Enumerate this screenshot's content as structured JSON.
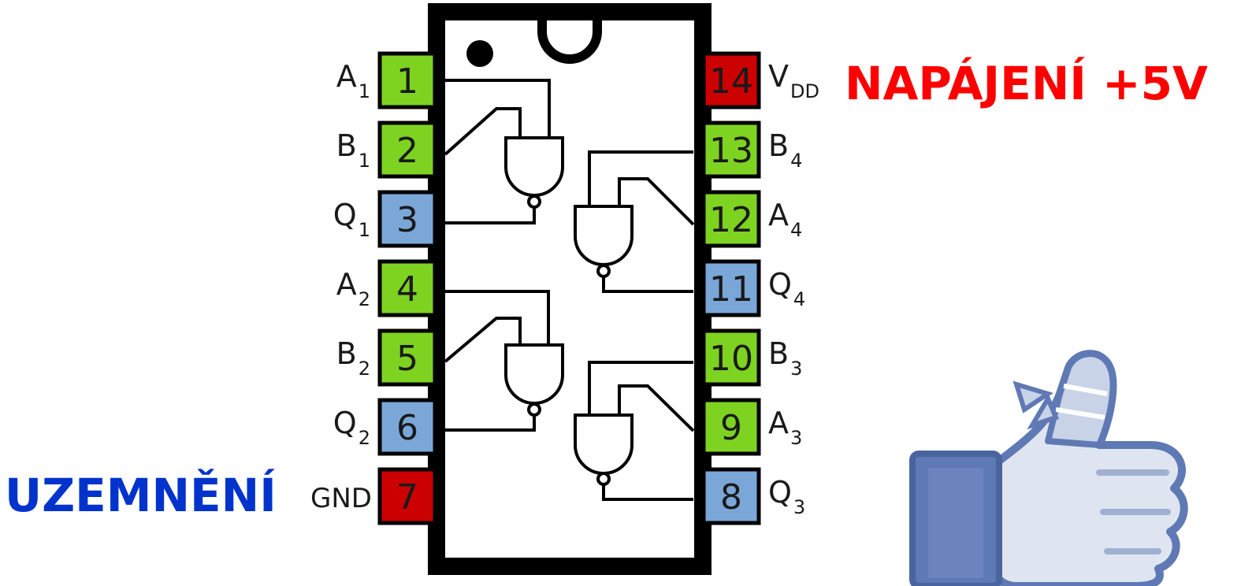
{
  "colors": {
    "input": "#7ed321",
    "output": "#7ba7d8",
    "power": "#cc0000",
    "body": "#000000",
    "power_callout": "#ff0000",
    "ground_callout": "#0033cc",
    "thumb_sleeve": "#5f79b4",
    "thumb_hand": "#dfe5f0",
    "bandage": "#c9d3e8"
  },
  "pins_left": [
    {
      "num": "1",
      "lbl": "A",
      "sub": "1",
      "kind": "input"
    },
    {
      "num": "2",
      "lbl": "B",
      "sub": "1",
      "kind": "input"
    },
    {
      "num": "3",
      "lbl": "Q",
      "sub": "1",
      "kind": "output"
    },
    {
      "num": "4",
      "lbl": "A",
      "sub": "2",
      "kind": "input"
    },
    {
      "num": "5",
      "lbl": "B",
      "sub": "2",
      "kind": "input"
    },
    {
      "num": "6",
      "lbl": "Q",
      "sub": "2",
      "kind": "output"
    },
    {
      "num": "7",
      "lbl": "GND",
      "sub": "",
      "kind": "power"
    }
  ],
  "pins_right": [
    {
      "num": "14",
      "lbl": "V",
      "sub": "DD",
      "kind": "power"
    },
    {
      "num": "13",
      "lbl": "B",
      "sub": "4",
      "kind": "input"
    },
    {
      "num": "12",
      "lbl": "A",
      "sub": "4",
      "kind": "input"
    },
    {
      "num": "11",
      "lbl": "Q",
      "sub": "4",
      "kind": "output"
    },
    {
      "num": "10",
      "lbl": "B",
      "sub": "3",
      "kind": "input"
    },
    {
      "num": "9",
      "lbl": "A",
      "sub": "3",
      "kind": "input"
    },
    {
      "num": "8",
      "lbl": "Q",
      "sub": "3",
      "kind": "output"
    }
  ],
  "callouts": {
    "power": "NAPÁJENÍ +5V",
    "ground": "UZEMNĚNÍ"
  },
  "icons": {
    "thumb": "bandaged-thumbs-up-icon"
  }
}
